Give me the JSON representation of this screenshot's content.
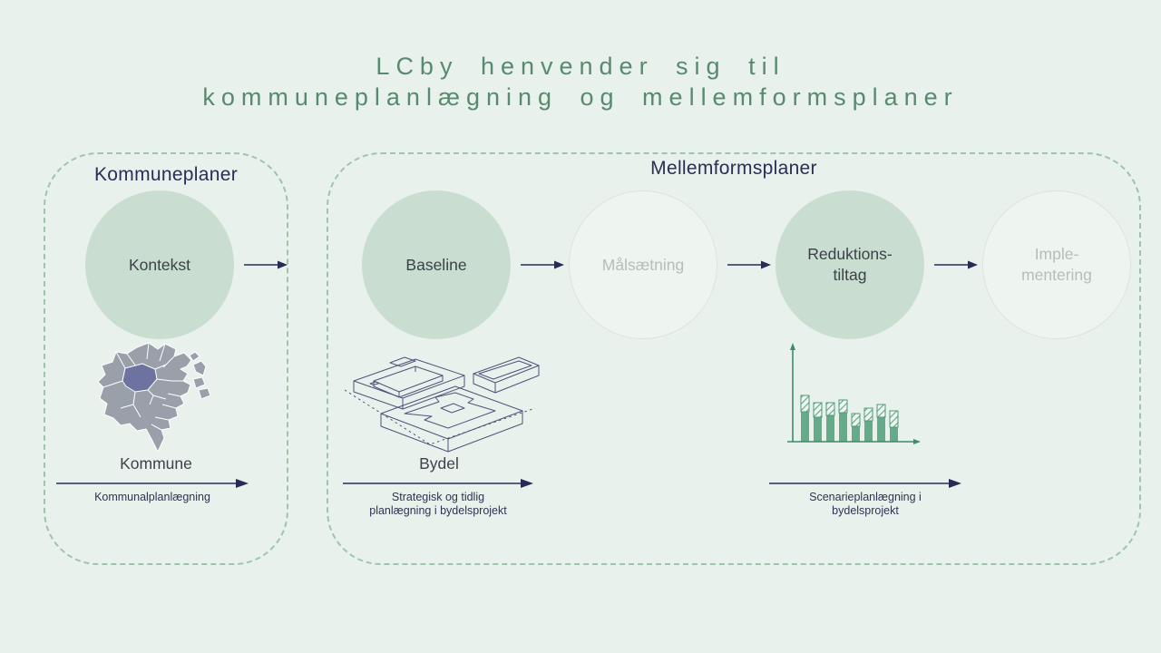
{
  "title": {
    "line1": "LCby henvender sig til",
    "line2": "kommuneplanlægning og mellemformsplaner"
  },
  "kommuneplaner": {
    "heading": "Kommuneplaner",
    "step_kontekst": "Kontekst",
    "map_label": "Kommune",
    "arrow_caption": "Kommunalplanlægning"
  },
  "mellemformsplaner": {
    "heading": "Mellemformsplaner",
    "step_baseline": "Baseline",
    "step_maalsaetning": "Målsætning",
    "step_reduktionstiltag_line1": "Reduktions-",
    "step_reduktionstiltag_line2": "tiltag",
    "step_implementering_line1": "Imple-",
    "step_implementering_line2": "mentering",
    "bydel_label": "Bydel",
    "arrow_caption_baseline_line1": "Strategisk og tidlig",
    "arrow_caption_baseline_line2": "planlægning i bydelsprojekt",
    "arrow_caption_reduktion_line1": "Scenarieplanlægning i",
    "arrow_caption_reduktion_line2": "bydelsprojekt"
  },
  "colors": {
    "background": "#e9f1ed",
    "title_green": "#578a6e",
    "navy_text": "#2b2e55",
    "arrow_navy": "#272c57",
    "circle_active_fill": "#c9ded1",
    "circle_active_text": "#3c4148",
    "circle_inactive_border": "#dde4df",
    "circle_inactive_text": "#b6beb9",
    "dashed_border_green": "#9cc5ab",
    "map_gray": "#99a0aa",
    "map_highlight_purple": "#6e72a1",
    "chart_bar_green": "#66ab89",
    "chart_axis_green": "#3f8a68",
    "wireframe_navy": "#4e5478"
  },
  "chart_data": {
    "type": "bar",
    "title": "",
    "xlabel": "",
    "ylabel": "",
    "axis_tick_labels_visible": false,
    "legend": false,
    "bar_count": 8,
    "series": [
      {
        "name": "solid-lower-segment",
        "values": [
          33,
          27,
          29,
          32,
          17,
          23,
          27,
          16
        ]
      },
      {
        "name": "hatched-upper-segment",
        "values": [
          18,
          16,
          14,
          14,
          14,
          14,
          14,
          18
        ]
      }
    ],
    "ylim": [
      0,
      100
    ]
  }
}
